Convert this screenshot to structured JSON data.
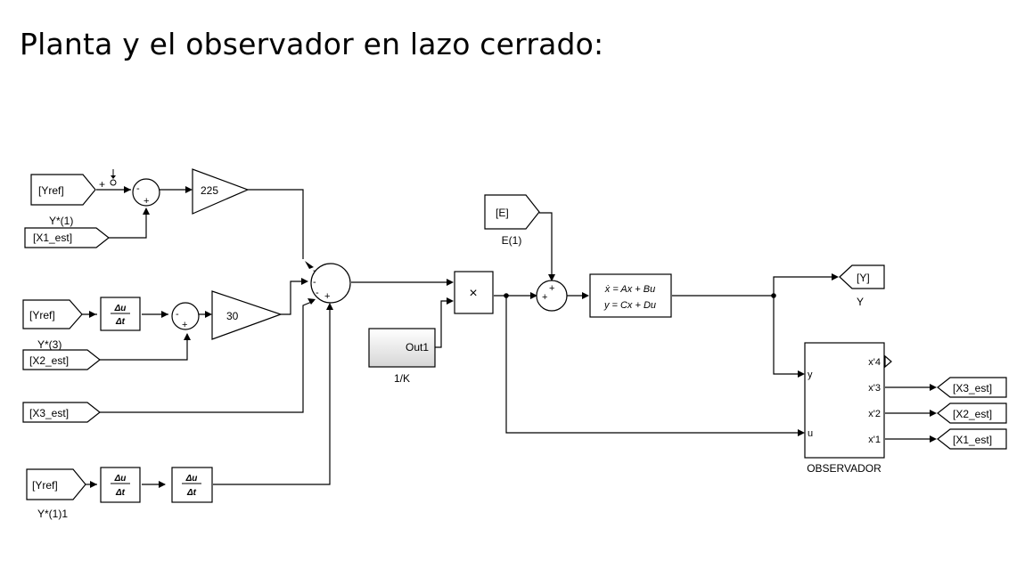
{
  "title": "Planta y el observador en lazo cerrado:",
  "blocks": {
    "from_yref_1": {
      "tag": "[Yref]",
      "name": "Y*(1)"
    },
    "from_x1_in": {
      "tag": "[X1_est]"
    },
    "from_yref_3": {
      "tag": "[Yref]",
      "name": "Y*(3)"
    },
    "from_x2_in": {
      "tag": "[X2_est]"
    },
    "from_x3_in": {
      "tag": "[X3_est]"
    },
    "from_yref_11": {
      "tag": "[Yref]",
      "name": "Y*(1)1"
    },
    "from_e": {
      "tag": "[E]",
      "name": "E(1)"
    },
    "gain_225": {
      "value": "225"
    },
    "gain_30": {
      "value": "30"
    },
    "deriv": {
      "num": "Δu",
      "den": "Δt"
    },
    "constant_1k": {
      "port": "Out1",
      "name": "1/K"
    },
    "product": {
      "symbol": "×"
    },
    "state_space": {
      "eq1": "ẋ = Ax + Bu",
      "eq2": "y = Cx + Du"
    },
    "goto_y": {
      "tag": "[Y]",
      "name": "Y"
    },
    "observer": {
      "name": "OBSERVADOR",
      "in_y": "y",
      "in_u": "u",
      "out4": "x'4",
      "out3": "x'3",
      "out2": "x'2",
      "out1": "x'1"
    },
    "goto_x3": {
      "tag": "[X3_est]"
    },
    "goto_x2": {
      "tag": "[X2_est]"
    },
    "goto_x1": {
      "tag": "[X1_est]"
    }
  },
  "signs": {
    "plus": "+",
    "minus": "-"
  }
}
